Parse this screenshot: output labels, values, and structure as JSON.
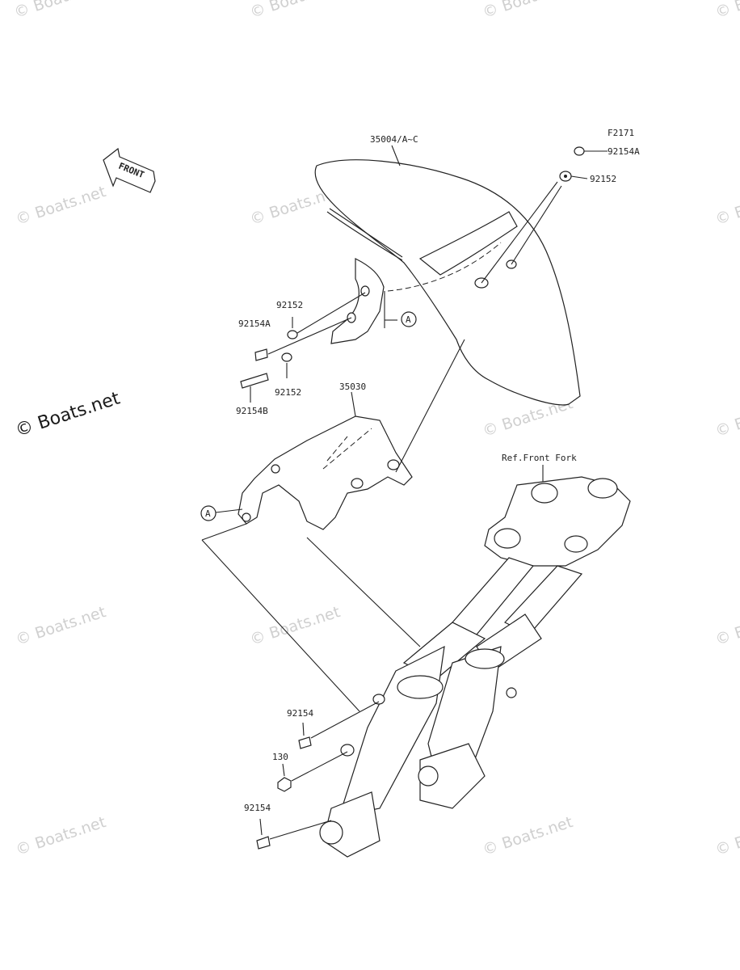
{
  "figure_id": "F2171",
  "front_arrow": "FRONT",
  "watermark": "© Boats.net",
  "callouts": {
    "fender": "35004/A~C",
    "bolt_top": "92154A",
    "washer_top": "92152",
    "washer_left_upper": "92152",
    "bolt_left": "92154A",
    "washer_left_lower": "92152",
    "bolt_left_long": "92154B",
    "bracket": "35030",
    "ref_fork": "Ref.Front Fork",
    "bolt_fork_upper": "92154",
    "nut_fork": "130",
    "bolt_fork_lower": "92154",
    "ref_a_1": "A",
    "ref_a_2": "A"
  }
}
